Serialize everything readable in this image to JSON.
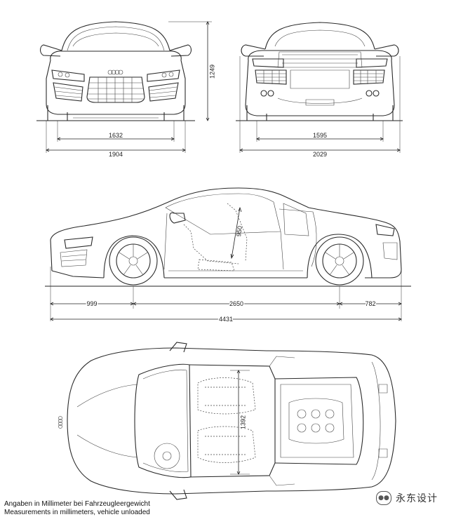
{
  "front_view": {
    "height": "1249",
    "track": "1632",
    "width": "1904"
  },
  "rear_view": {
    "track": "1595",
    "width_with_mirrors": "2029"
  },
  "side_view": {
    "front_overhang": "999",
    "wheelbase": "2650",
    "rear_overhang": "782",
    "length": "4431",
    "seat_dimension": "950"
  },
  "top_view": {
    "interior_dimension": "1392"
  },
  "notes": {
    "german": "Angaben in Millimeter bei Fahrzeugleergewicht",
    "english": "Measurements in millimeters, vehicle unloaded"
  },
  "watermark": {
    "icon": "wechat-badge-icon",
    "text": "永东设计"
  }
}
